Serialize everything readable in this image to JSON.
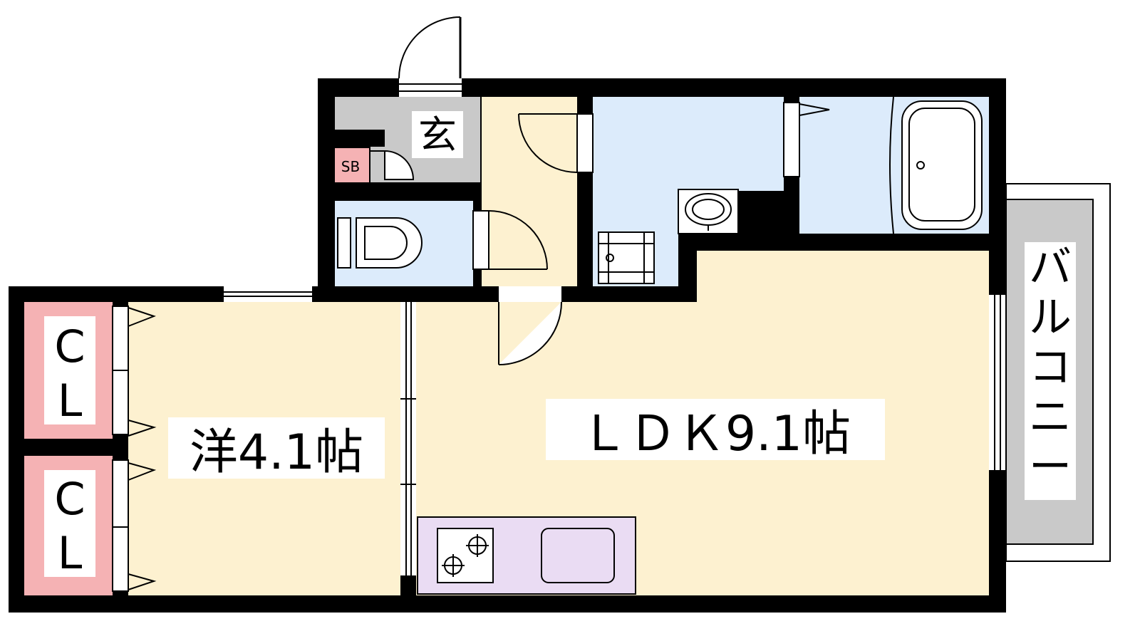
{
  "rooms": {
    "genkan": "玄",
    "shoe_box": "SB",
    "closet_upper": [
      "C",
      "L"
    ],
    "closet_lower": [
      "C",
      "L"
    ],
    "western_room": "洋4.1帖",
    "ldk": "ＬＤＫ9.1帖",
    "balcony": [
      "バ",
      "ル",
      "コ",
      "ニ",
      "ー"
    ]
  },
  "colors": {
    "wall": "#000000",
    "floor": "#fdf1d0",
    "wet_area": "#dcebfb",
    "entrance": "#c9c9c9",
    "closet": "#f5b2b4",
    "kitchen": "#eadcf3",
    "balcony": "#c9c9c9"
  },
  "icons": [
    "toilet-icon",
    "washbasin-icon",
    "washing-machine-pan-icon",
    "bathtub-icon",
    "stove-burner-icon",
    "sink-icon",
    "door-swing-icon"
  ]
}
